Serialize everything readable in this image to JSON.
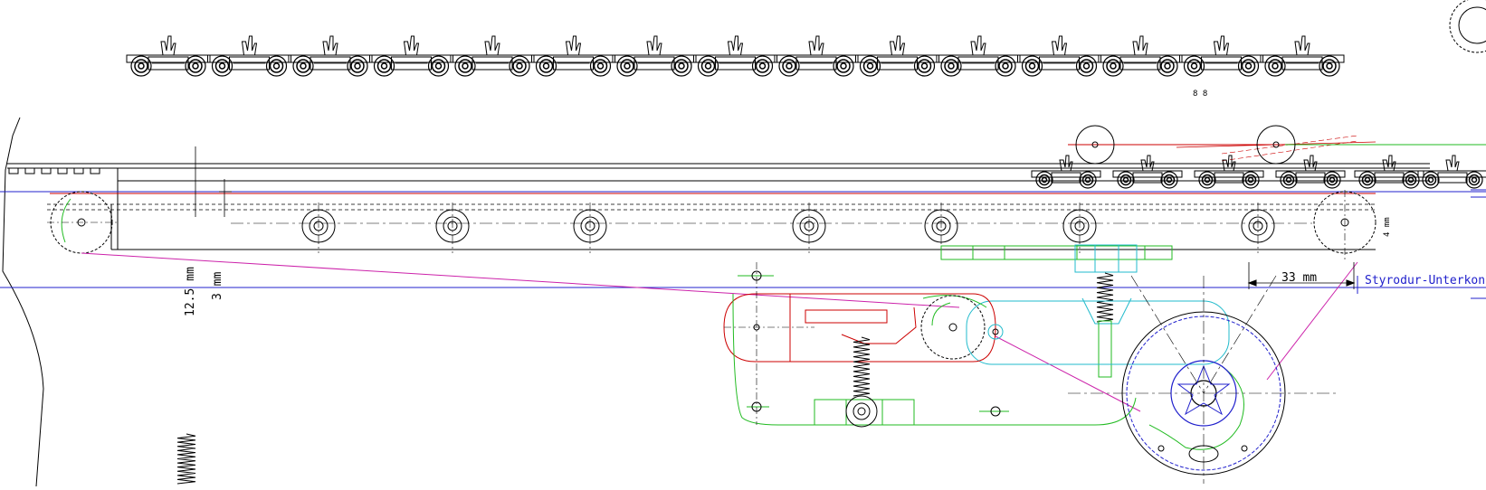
{
  "colors": {
    "outline": "#000000",
    "red": "#cc0000",
    "green": "#22bb22",
    "cyan": "#22bbcc",
    "blue": "#2020cc",
    "magenta": "#cc22aa"
  },
  "annotations": {
    "dim_12_5": "12.5 mm",
    "dim_3": "3 mm",
    "dim_33": "33 mm",
    "dim_4": "4 mm",
    "label_styrodur": "Styrodur-Unterkon",
    "note_8_8": "8 8"
  },
  "parts": {
    "trolley_count": 15,
    "belt_roller_count": 7
  }
}
